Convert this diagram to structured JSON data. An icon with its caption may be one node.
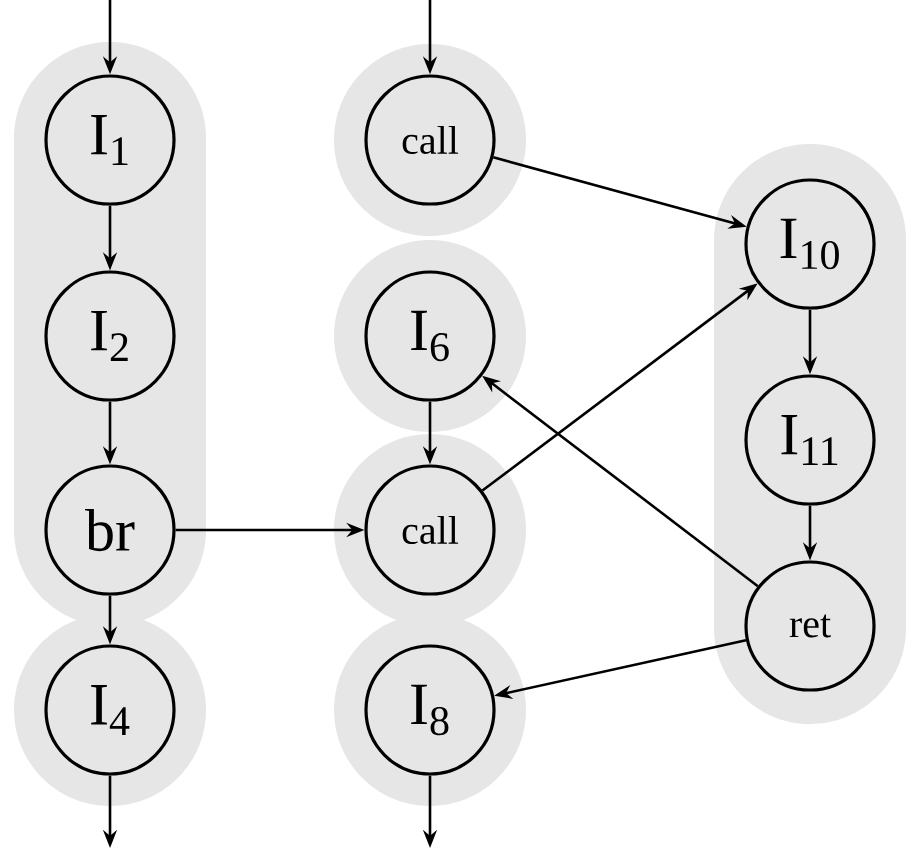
{
  "diagram": {
    "nodes": [
      {
        "text": [],
        "shape": "band"
      },
      {
        "text": [
          "I$_{1}$"
        ],
        "in": 0
      },
      {
        "text": [
          "I$_{2}$"
        ],
        "in": 0
      },
      {
        "text": [
          "br"
        ],
        "in": 0
      },
      {
        "text": [],
        "shape": "circle"
      },
      {
        "text": [
          "I$_{4}$"
        ],
        "in": 4
      },
      {
        "text": [],
        "shape": "circle"
      },
      {
        "text": [
          "call"
        ],
        "in": 6
      },
      {
        "text": [],
        "shape": "circle"
      },
      {
        "text": [
          "I$_{6}$"
        ],
        "in": 8
      },
      {
        "text": [],
        "shape": "circle"
      },
      {
        "text": [
          "call"
        ],
        "in": 10
      },
      {
        "text": [],
        "shape": "circle"
      },
      {
        "text": [
          "I$_{8}$"
        ],
        "in": 12
      },
      {
        "text": [],
        "shape": "band"
      },
      {
        "text": [
          "I$_{10}$"
        ],
        "in": 14
      },
      {
        "text": [
          "I$_{11}$"
        ],
        "in": 14
      },
      {
        "text": [
          "ret"
        ],
        "in": 14
      }
    ],
    "edges": [
      {
        "from": null,
        "to": 1,
        "arrow": "to"
      },
      {
        "from": 1,
        "to": 2,
        "arrow": "to"
      },
      {
        "from": 2,
        "to": 3,
        "arrow": "to"
      },
      {
        "from": 3,
        "to": 5,
        "arrow": "to"
      },
      {
        "from": 5,
        "to": null,
        "arrow": "to"
      },
      {
        "from": null,
        "to": 7,
        "arrow": "to"
      },
      {
        "from": 3,
        "to": 11,
        "arrow": "to"
      },
      {
        "from": 9,
        "to": 11,
        "arrow": "to"
      },
      {
        "from": 13,
        "to": null,
        "arrow": "to"
      },
      {
        "from": 7,
        "to": 15,
        "arrow": "to"
      },
      {
        "from": 11,
        "to": 15,
        "arrow": "to"
      },
      {
        "from": 15,
        "to": 16,
        "arrow": "to"
      },
      {
        "from": 16,
        "to": 17,
        "arrow": "to"
      },
      {
        "from": 17,
        "to": 9,
        "arrow": "to"
      },
      {
        "from": 17,
        "to": 13,
        "arrow": "to"
      }
    ]
  }
}
